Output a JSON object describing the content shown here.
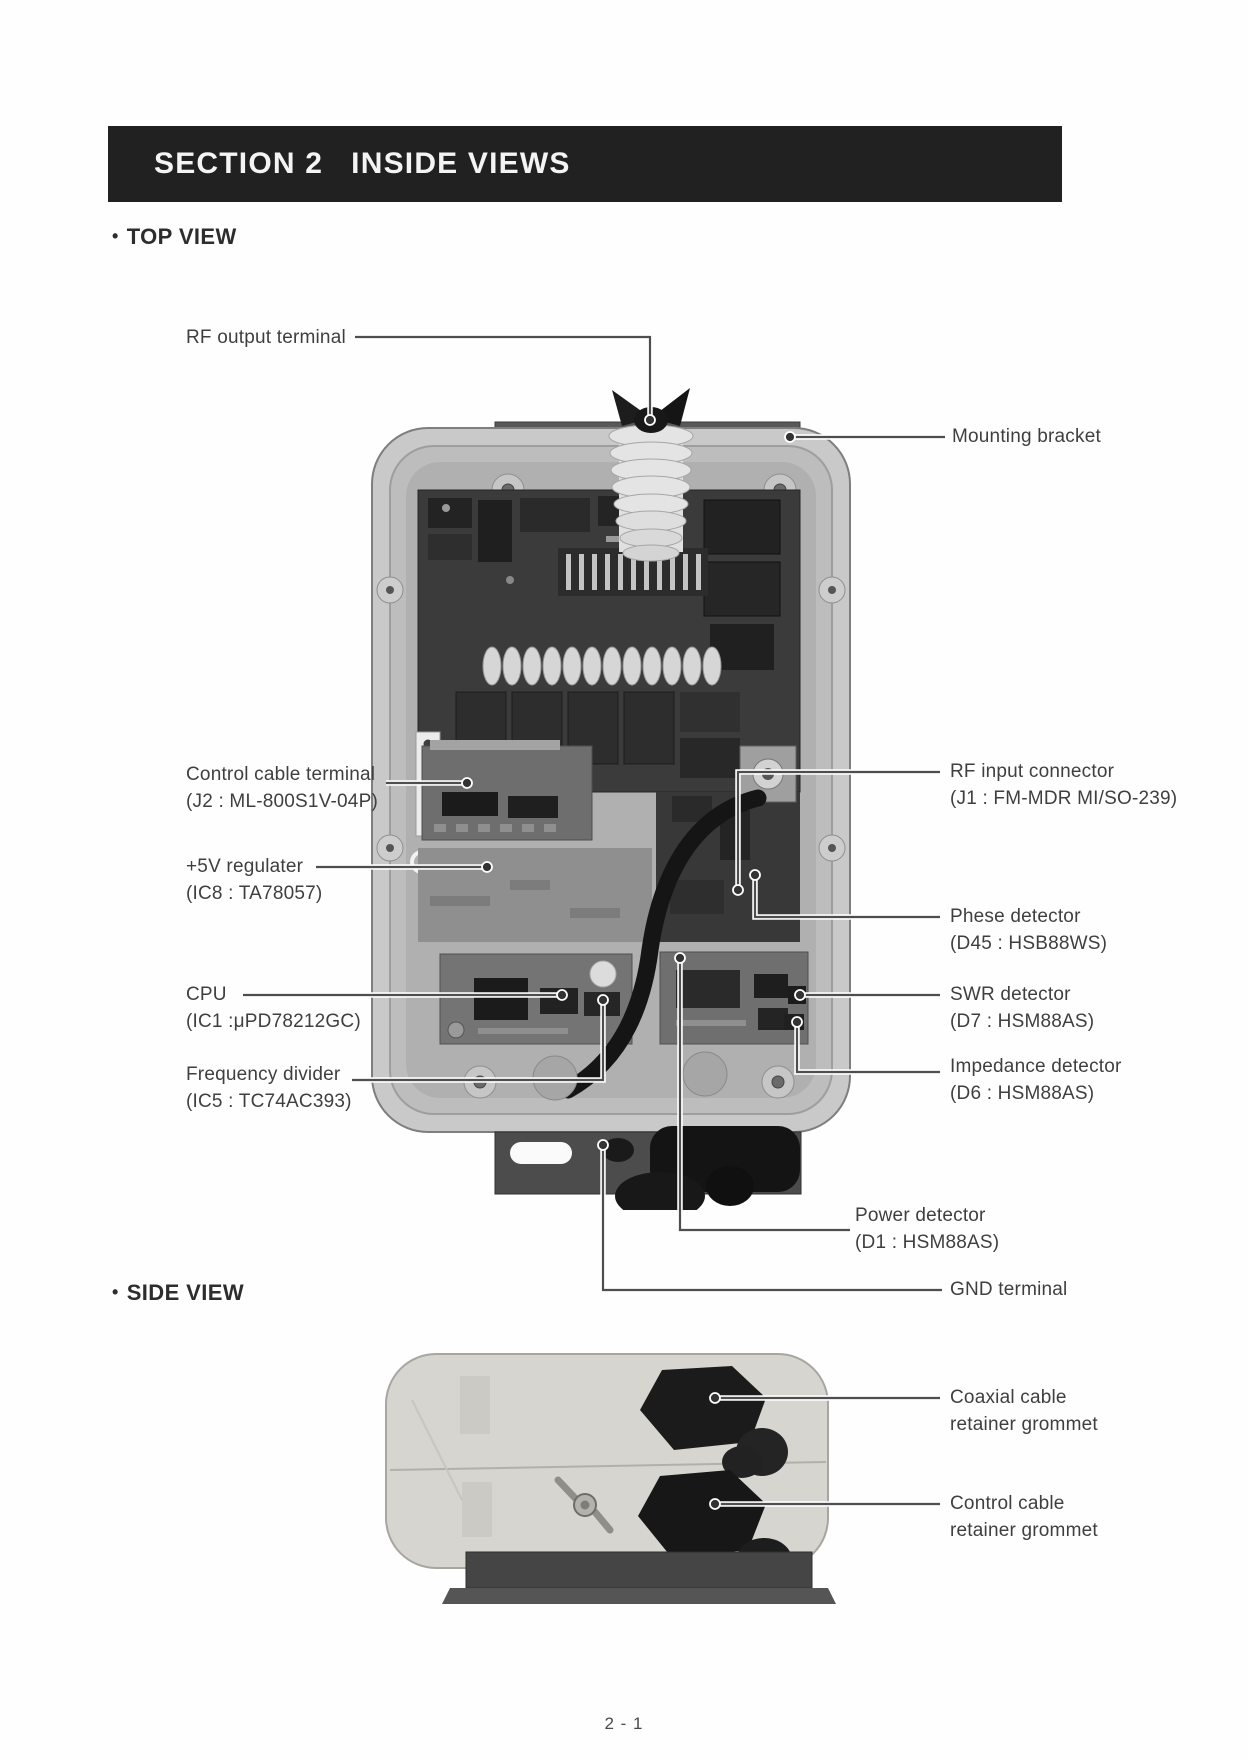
{
  "page": {
    "header_section": "SECTION 2",
    "header_title": "INSIDE VIEWS",
    "page_number": "2 - 1"
  },
  "colors": {
    "header_bg": "#212121",
    "header_text": "#f4f4f4",
    "label_text": "#3f3f3f",
    "leader_line": "#4e4e4e"
  },
  "top_view": {
    "heading_bullet": "•",
    "heading": "TOP VIEW",
    "callouts": {
      "rf_output": {
        "name": "RF output terminal",
        "part": ""
      },
      "mounting_bracket": {
        "name": "Mounting bracket",
        "part": ""
      },
      "control_cable": {
        "name": "Control cable terminal",
        "part": "(J2 : ML-800S1V-04P)"
      },
      "regulator_5v": {
        "name": "+5V regulater",
        "part": "(IC8 : TA78057)"
      },
      "cpu": {
        "name": "CPU",
        "part": "(IC1 :μPD78212GC)"
      },
      "freq_divider": {
        "name": "Frequency divider",
        "part": "(IC5 : TC74AC393)"
      },
      "rf_input": {
        "name": "RF input connector",
        "part": "(J1 : FM-MDR MI/SO-239)"
      },
      "phase_detector": {
        "name": "Phese detector",
        "part": "(D45 : HSB88WS)"
      },
      "swr_detector": {
        "name": "SWR detector",
        "part": "(D7 : HSM88AS)"
      },
      "impedance_detector": {
        "name": "Impedance detector",
        "part": "(D6 : HSM88AS)"
      },
      "power_detector": {
        "name": "Power detector",
        "part": "(D1 : HSM88AS)"
      },
      "gnd_terminal": {
        "name": "GND terminal",
        "part": ""
      }
    }
  },
  "side_view": {
    "heading_bullet": "•",
    "heading": "SIDE VIEW",
    "callouts": {
      "coaxial_grommet": {
        "name": "Coaxial cable",
        "part": "retainer grommet"
      },
      "control_grommet": {
        "name": "Control cable",
        "part": "retainer grommet"
      }
    }
  }
}
